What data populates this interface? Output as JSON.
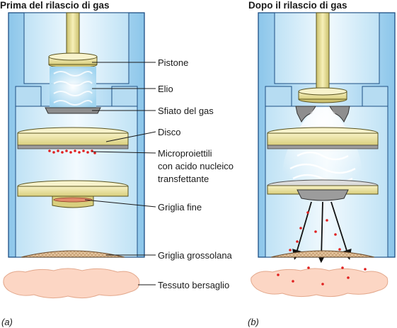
{
  "panels": {
    "a": {
      "title": "Prima del rilascio di gas",
      "tag": "(a)"
    },
    "b": {
      "title": "Dopo il rilascio di gas",
      "tag": "(b)"
    }
  },
  "labels": {
    "pistone": "Pistone",
    "elio": "Elio",
    "sfiato": "Sfiato del gas",
    "disco": "Disco",
    "micro_1": "Microproiettili",
    "micro_2": "con acido nucleico",
    "micro_3": "transfettante",
    "griglia_fine": "Griglia fine",
    "griglia_grossolana": "Griglia grossolana",
    "tessuto": "Tessuto bersaglio"
  },
  "colors": {
    "chamber_blue": "#cfe8f6",
    "chamber_light": "#e8f5fc",
    "outline": "#1d4f84",
    "yellow": "#f3ecb0",
    "grey": "#9a9a9a",
    "mesh": "#e7c9a3",
    "tissue": "#fcd6c4",
    "particle": "#e02020"
  }
}
